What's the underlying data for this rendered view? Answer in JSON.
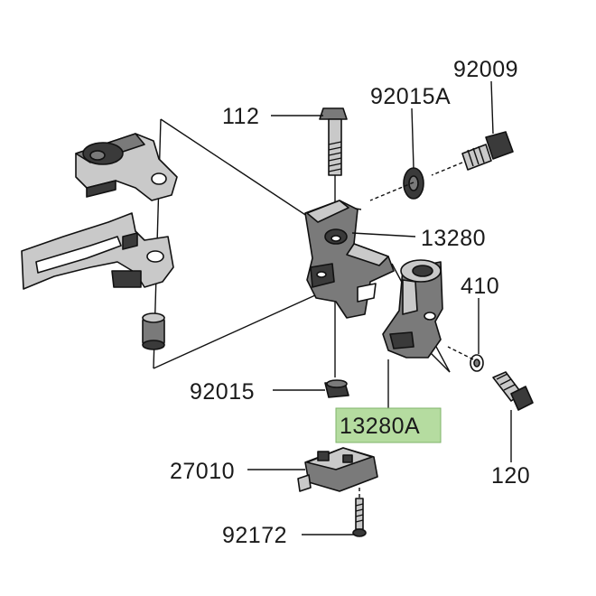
{
  "labels": {
    "p92009": "92009",
    "p112": "112",
    "p92015A": "92015A",
    "p13280": "13280",
    "p410": "410",
    "p92015": "92015",
    "p13280A": "13280A",
    "p27010": "27010",
    "p120": "120",
    "p92172": "92172"
  },
  "colors": {
    "highlight": "#b5dca0",
    "highlight_border": "#7fb36a",
    "line": "#111111"
  }
}
